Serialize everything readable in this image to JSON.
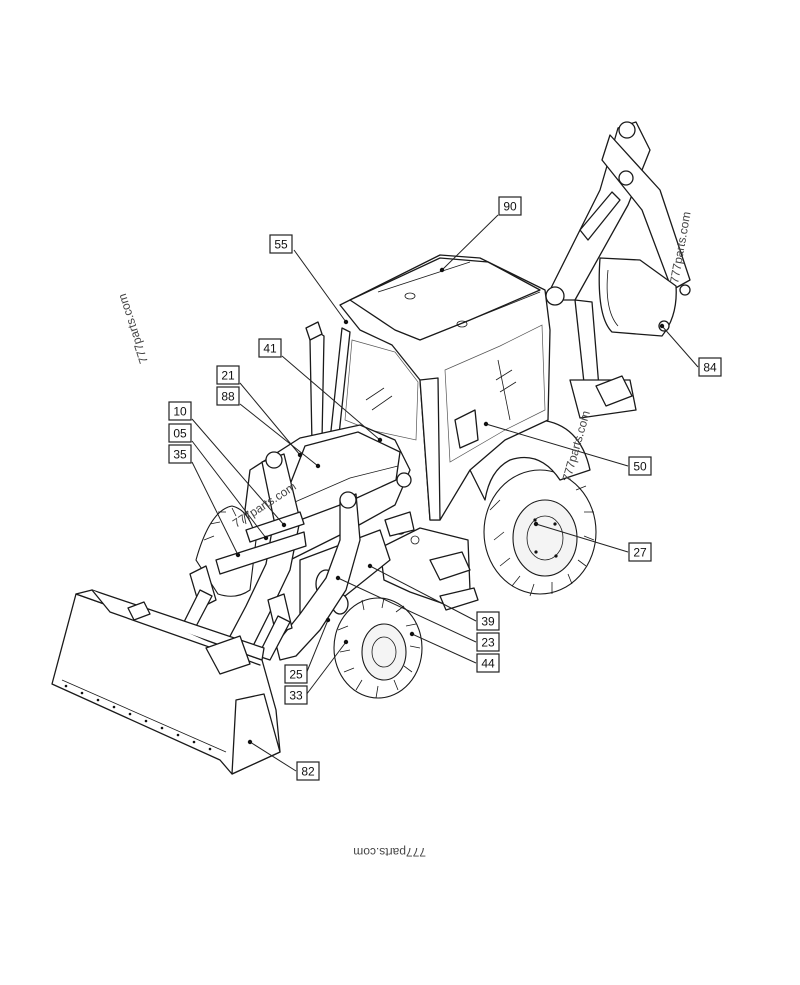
{
  "diagram": {
    "callouts": [
      {
        "id": "90",
        "label": "90"
      },
      {
        "id": "55",
        "label": "55"
      },
      {
        "id": "41",
        "label": "41"
      },
      {
        "id": "21",
        "label": "21"
      },
      {
        "id": "88",
        "label": "88"
      },
      {
        "id": "10",
        "label": "10"
      },
      {
        "id": "05",
        "label": "05"
      },
      {
        "id": "35",
        "label": "35"
      },
      {
        "id": "84",
        "label": "84"
      },
      {
        "id": "50",
        "label": "50"
      },
      {
        "id": "27",
        "label": "27"
      },
      {
        "id": "39",
        "label": "39"
      },
      {
        "id": "23",
        "label": "23"
      },
      {
        "id": "44",
        "label": "44"
      },
      {
        "id": "25",
        "label": "25"
      },
      {
        "id": "33",
        "label": "33"
      },
      {
        "id": "82",
        "label": "82"
      }
    ],
    "watermarks": [
      {
        "id": "w1",
        "text": "777parts.com"
      },
      {
        "id": "w2",
        "text": "777parts.com"
      },
      {
        "id": "w3",
        "text": "777parts.com"
      },
      {
        "id": "w4",
        "text": "777parts.com"
      },
      {
        "id": "w5",
        "text": "777parts.com"
      }
    ]
  }
}
